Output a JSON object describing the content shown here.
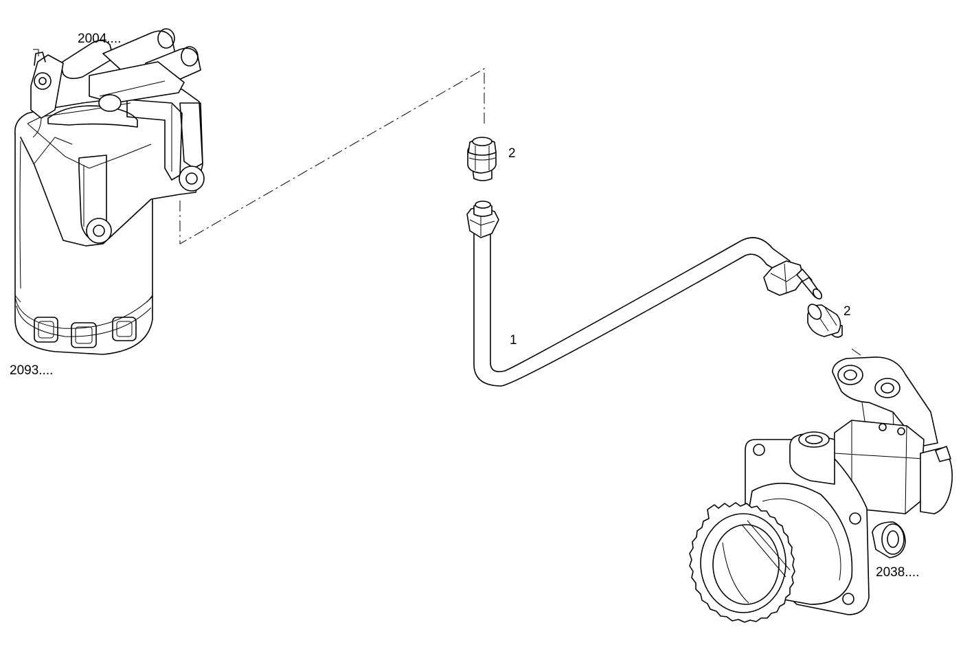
{
  "labels": {
    "ref_2004": "2004....",
    "ref_2093": "2093....",
    "ref_2038": "2038....",
    "callout_2_upper": "2",
    "callout_2_lower": "2",
    "callout_1": "1"
  }
}
